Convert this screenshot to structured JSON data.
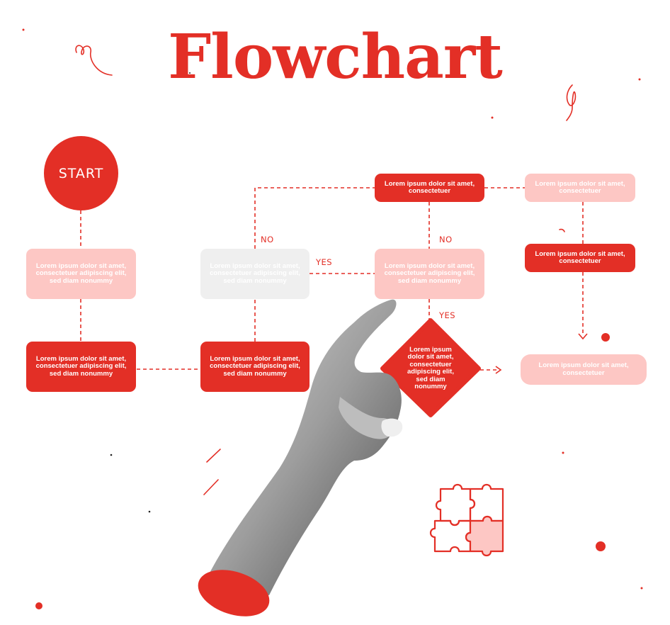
{
  "colors": {
    "accent": "#e32f26",
    "pink": "#fdc7c4",
    "grey": "#efefef"
  },
  "title": "Flowchart",
  "start_label": "START",
  "labels": {
    "no_1": "NO",
    "no_2": "NO",
    "yes_1": "YES",
    "yes_2": "YES"
  },
  "boxes": {
    "col1_top": "Lorem ipsum dolor sit amet, consectetuer adipiscing elit, sed diam nonummy",
    "col1_bottom": "Lorem ipsum dolor sit amet, consectetuer adipiscing elit, sed diam nonummy",
    "col2_top": "Lorem ipsum dolor sit amet, consectetuer adipiscing elit, sed diam nonummy",
    "col2_bottom": "Lorem ipsum dolor sit amet, consectetuer adipiscing elit, sed diam nonummy",
    "col3_top": "Lorem ipsum dolor sit amet, consectetuer",
    "col3_mid": "Lorem ipsum dolor sit amet, consectetuer adipiscing elit, sed diam nonummy",
    "diamond": "Lorem ipsum dolor sit amet, consectetuer adipiscing elit, sed diam nonummy",
    "col4_top": "Lorem ipsum dolor sit amet, consectetuer",
    "col4_mid": "Lorem ipsum dolor sit amet, consectetuer",
    "col4_bottom": "Lorem ipsum dolor sit amet, consectetuer"
  },
  "decor": {
    "hand": "pointing-hand-image",
    "puzzle": "puzzle-icon",
    "squiggle": "squiggle-doodle"
  }
}
